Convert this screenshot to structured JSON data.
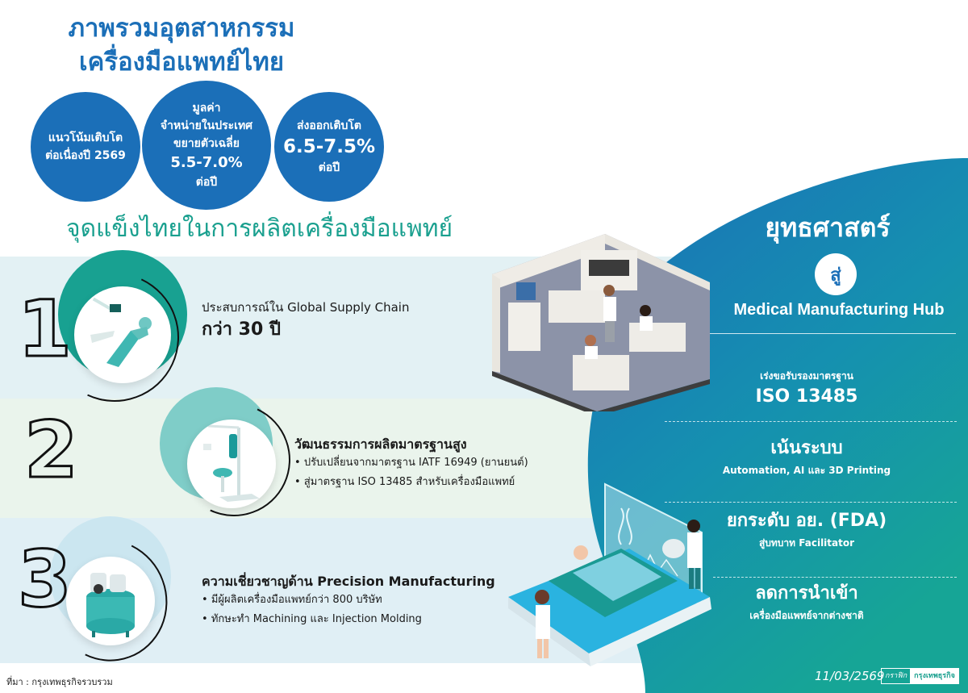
{
  "title": {
    "line1": "ภาพรวมอุตสาหกรรม",
    "line2": "เครื่องมือแพทย์ไทย"
  },
  "bubbles": [
    {
      "lines": [
        "แนวโน้มเติบโต",
        "ต่อเนื่องปี 2569"
      ]
    },
    {
      "top": "มูลค่า",
      "line2": "จำหน่ายในประเทศ",
      "line3": "ขยายตัวเฉลี่ย",
      "big": "5.5-7.0%",
      "bottom": "ต่อปี"
    },
    {
      "top": "ส่งออกเติบโต",
      "big": "6.5-7.5%",
      "bottom": "ต่อปี"
    }
  ],
  "strengths": {
    "title": "จุดแข็งไทยในการผลิตเครื่องมือแพทย์",
    "items": [
      {
        "number": "1",
        "heading": "ประสบการณ์ใน Global Supply Chain",
        "big": "กว่า 30 ปี",
        "illustration": "dental-chair"
      },
      {
        "number": "2",
        "heading": "วัฒนธรรมการผลิตมาตรฐานสูง",
        "bullets": [
          "ปรับเปลี่ยนจากมาตรฐาน IATF 16949 (ยานยนต์)",
          "สู่มาตรฐาน ISO 13485 สำหรับเครื่องมือแพทย์"
        ],
        "illustration": "dental-lamp-stool"
      },
      {
        "number": "3",
        "heading": "ความเชี่ยวชาญด้าน Precision Manufacturing",
        "bullets": [
          "มีผู้ผลิตเครื่องมือแพทย์กว่า 800 บริษัท",
          "ทักษะทำ Machining และ Injection Molding"
        ],
        "illustration": "air-compressor"
      }
    ]
  },
  "strategy": {
    "heading": "ยุทธศาสตร์",
    "connector": "สู่",
    "target": "Medical Manufacturing Hub",
    "items": [
      {
        "sub_top": "เร่งขอรับรองมาตรฐาน",
        "main": "ISO 13485"
      },
      {
        "main": "เน้นระบบ",
        "sub": "Automation, AI และ 3D Printing"
      },
      {
        "main": "ยกระดับ อย. (FDA)",
        "sub": "สู่บทบาท Facilitator"
      },
      {
        "main": "ลดการนำเข้า",
        "sub": "เครื่องมือแพทย์จากต่างชาติ"
      }
    ]
  },
  "footer": {
    "source": "ที่มา : กรุงเทพธุรกิจรวบรวม",
    "date": "11/03/2569",
    "credit_label": "กราฟิก",
    "credit_brand": "กรุงเทพธุรกิจ"
  },
  "colors": {
    "title_blue": "#1b6fb8",
    "teal": "#1aa08f",
    "panel_gradient_start": "#1b6fb8",
    "panel_gradient_end": "#16a596"
  }
}
